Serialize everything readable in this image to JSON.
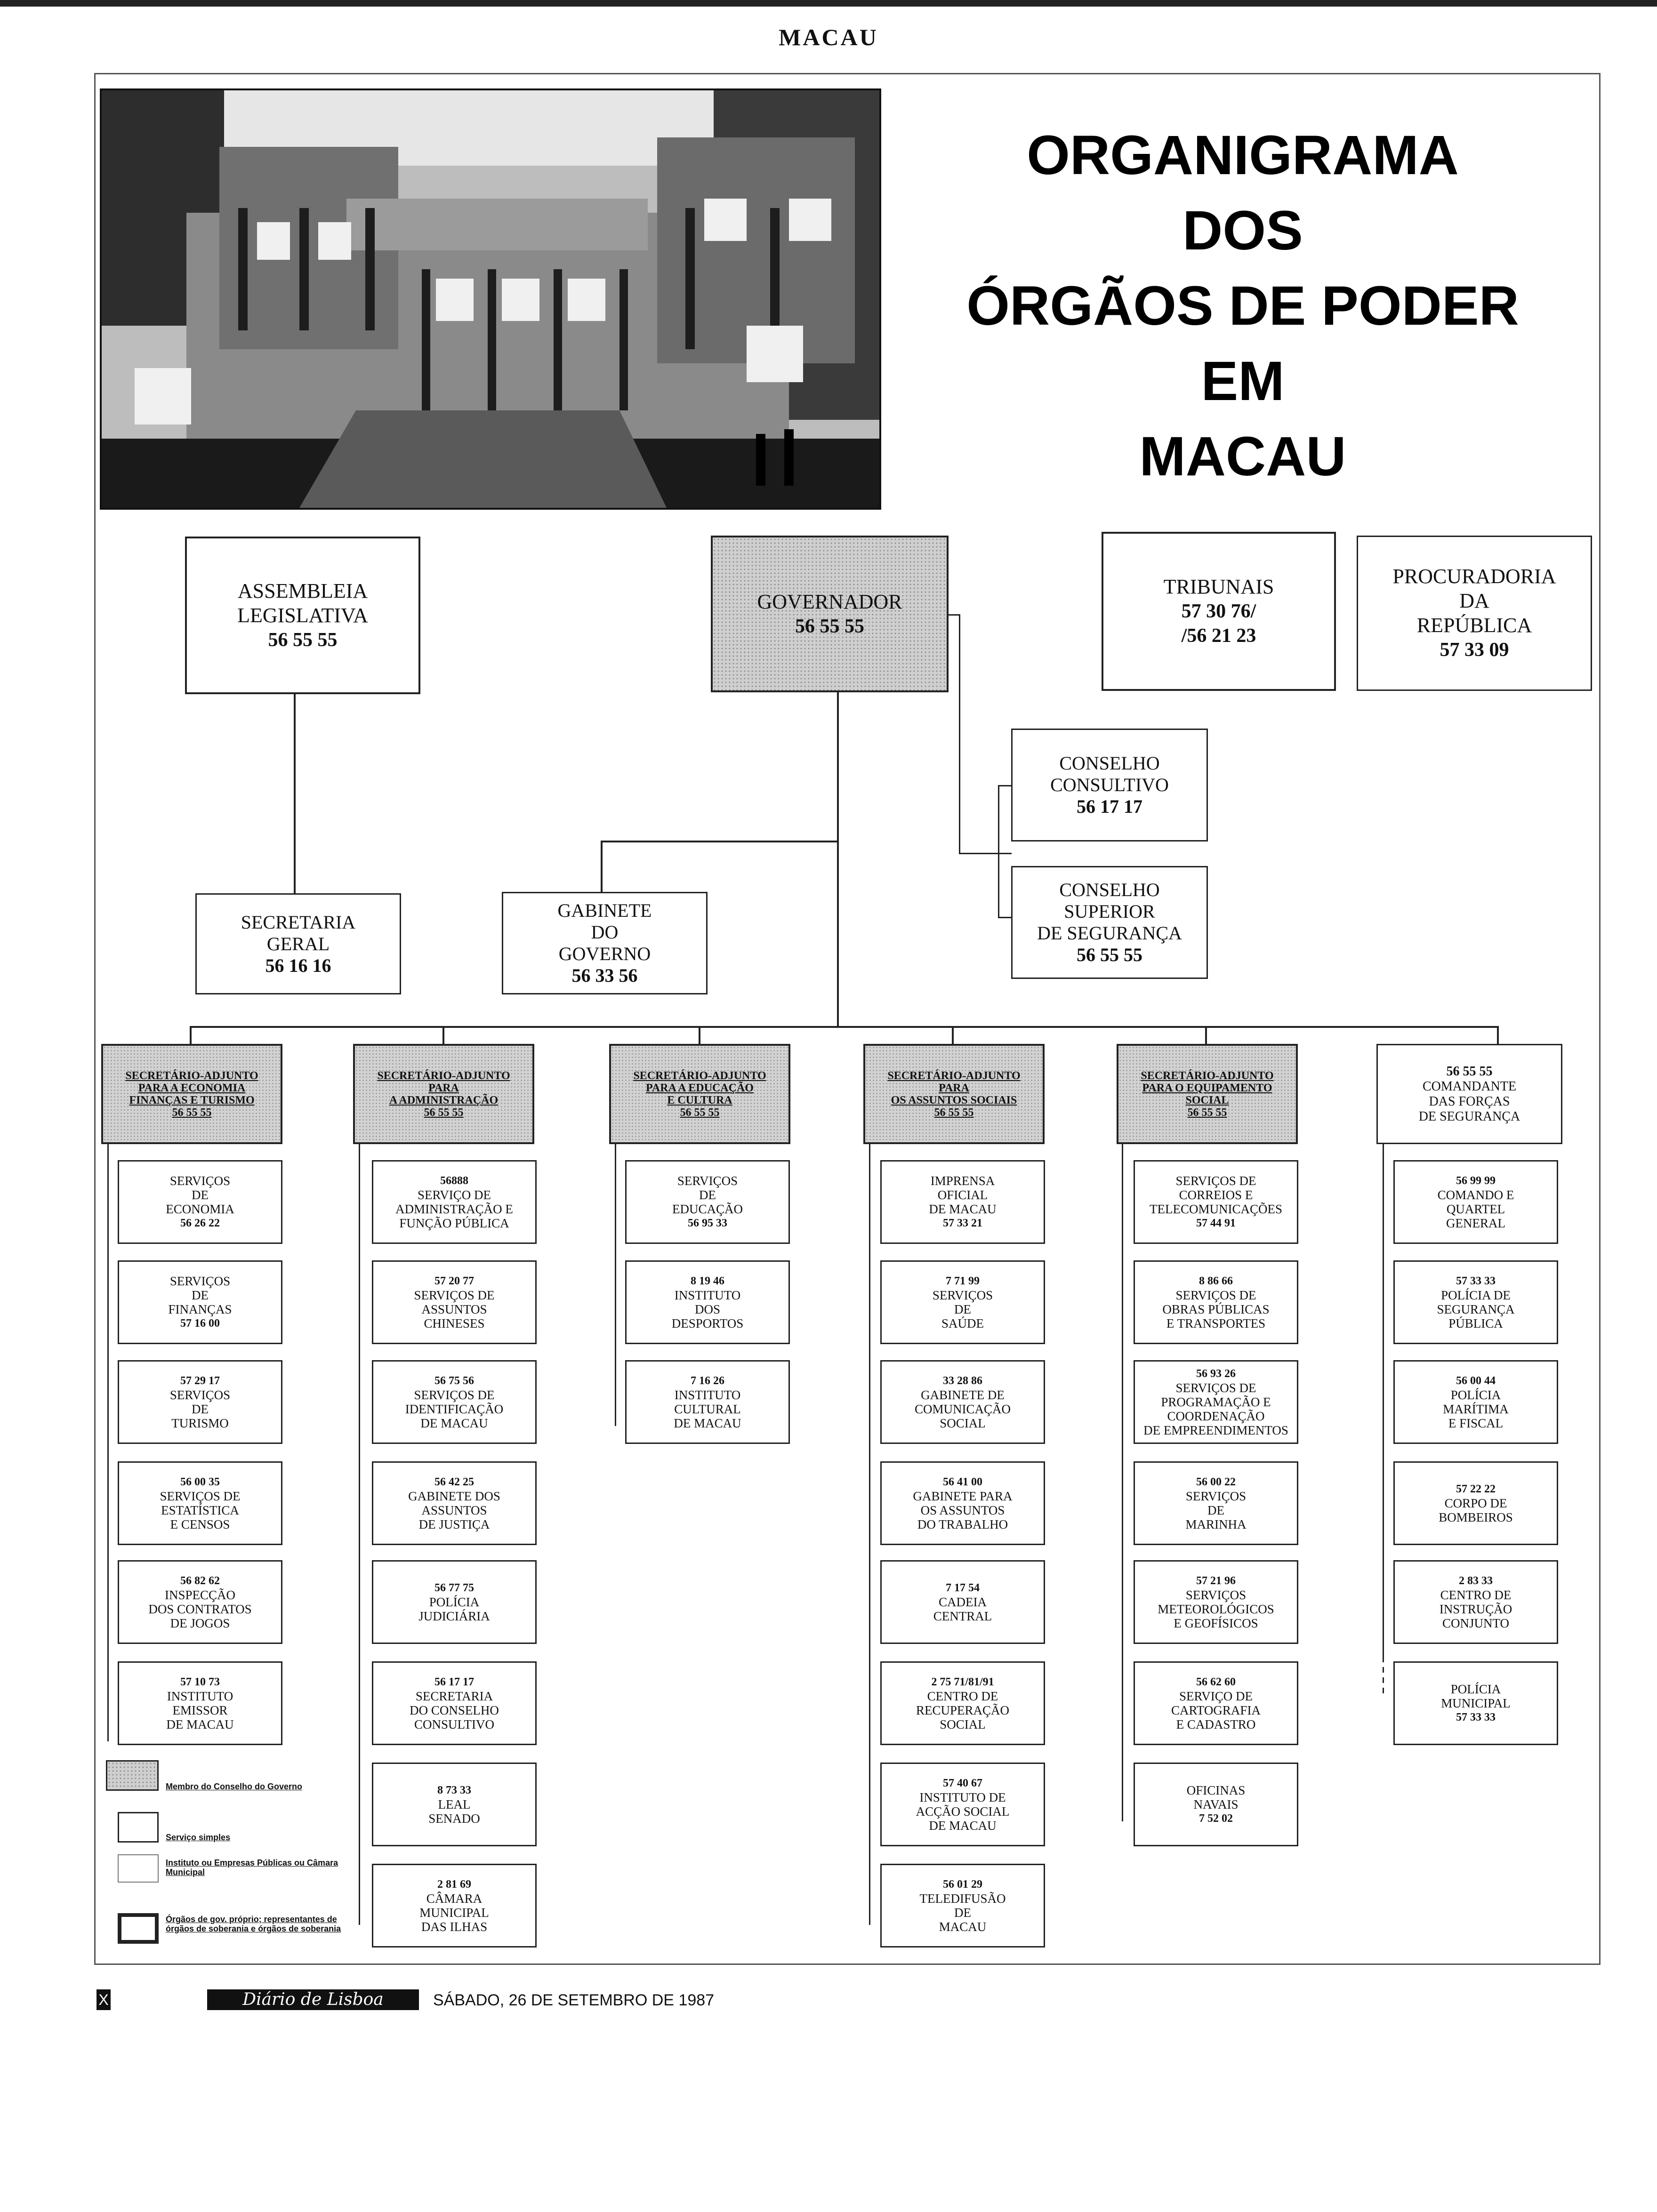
{
  "header": {
    "section": "MACAU"
  },
  "title": {
    "lines": [
      "ORGANIGRAMA",
      "DOS",
      "ÓRGÃOS DE PODER",
      "EM",
      "MACAU"
    ]
  },
  "top": {
    "assembleia": {
      "name1": "ASSEMBLEIA",
      "name2": "LEGISLATIVA",
      "tel": "56 55 55"
    },
    "governador": {
      "name": "GOVERNADOR",
      "tel": "56 55 55"
    },
    "tribunais": {
      "name": "TRIBUNAIS",
      "tel1": "57 30 76/",
      "tel2": "/56 21 23"
    },
    "procuradoria": {
      "name1": "PROCURADORIA",
      "name2": "DA",
      "name3": "REPÚBLICA",
      "tel": "57 33 09"
    }
  },
  "middle": {
    "conselho_consultivo": {
      "name1": "CONSELHO",
      "name2": "CONSULTIVO",
      "tel": "56 17 17"
    },
    "conselho_seguranca": {
      "name1": "CONSELHO",
      "name2": "SUPERIOR",
      "name3": "DE SEGURANÇA",
      "tel": "56 55 55"
    },
    "secretaria_geral": {
      "name1": "SECRETARIA",
      "name2": "GERAL",
      "tel": "56 16 16"
    },
    "gabinete_governo": {
      "name1": "GABINETE",
      "name2": "DO",
      "name3": "GOVERNO",
      "tel": "56 33 56"
    }
  },
  "secretaries": [
    {
      "l1": "SECRETÁRIO-ADJUNTO",
      "l2": "PARA A ECONOMIA",
      "l3": "FINANÇAS E TURISMO",
      "tel": "56 55 55"
    },
    {
      "l1": "SECRETÁRIO-ADJUNTO",
      "l2": "PARA",
      "l3": "A ADMINISTRAÇÃO",
      "tel": "56 55 55"
    },
    {
      "l1": "SECRETÁRIO-ADJUNTO",
      "l2": "PARA A EDUCAÇÃO",
      "l3": "E CULTURA",
      "tel": "56 55 55"
    },
    {
      "l1": "SECRETÁRIO-ADJUNTO",
      "l2": "PARA",
      "l3": "OS ASSUNTOS SOCIAIS",
      "tel": "56 55 55"
    },
    {
      "l1": "SECRETÁRIO-ADJUNTO",
      "l2": "PARA O EQUIPAMENTO",
      "l3": "SOCIAL",
      "tel": "56 55 55"
    },
    {
      "l0": "56 55 55",
      "l1": "COMANDANTE",
      "l2": "DAS FORÇAS",
      "l3": "DE SEGURANÇA"
    }
  ],
  "columns": [
    [
      {
        "lines": [
          "SERVIÇOS",
          "DE",
          "ECONOMIA"
        ],
        "tel": "56 26 22",
        "tel_pos": "bottom"
      },
      {
        "lines": [
          "SERVIÇOS",
          "DE",
          "FINANÇAS"
        ],
        "tel": "57 16 00",
        "tel_pos": "bottom"
      },
      {
        "lines": [
          "SERVIÇOS",
          "DE",
          "TURISMO"
        ],
        "tel": "57 29 17",
        "tel_pos": "top"
      },
      {
        "lines": [
          "SERVIÇOS DE",
          "ESTATÍSTICA",
          "E CENSOS"
        ],
        "tel": "56 00 35",
        "tel_pos": "top"
      },
      {
        "lines": [
          "INSPECÇÃO",
          "DOS CONTRATOS",
          "DE JOGOS"
        ],
        "tel": "56 82 62",
        "tel_pos": "top"
      },
      {
        "lines": [
          "INSTITUTO",
          "EMISSOR",
          "DE MACAU"
        ],
        "tel": "57 10 73",
        "tel_pos": "top"
      }
    ],
    [
      {
        "lines": [
          "SERVIÇO DE",
          "ADMINISTRAÇÃO E",
          "FUNÇÃO PÚBLICA"
        ],
        "tel": "56888",
        "tel_pos": "top"
      },
      {
        "lines": [
          "SERVIÇOS DE",
          "ASSUNTOS",
          "CHINESES"
        ],
        "tel": "57 20 77",
        "tel_pos": "top"
      },
      {
        "lines": [
          "SERVIÇOS DE",
          "IDENTIFICAÇÃO",
          "DE MACAU"
        ],
        "tel": "56 75 56",
        "tel_pos": "top"
      },
      {
        "lines": [
          "GABINETE DOS",
          "ASSUNTOS",
          "DE JUSTIÇA"
        ],
        "tel": "56 42 25",
        "tel_pos": "top"
      },
      {
        "lines": [
          "POLÍCIA",
          "JUDICIÁRIA"
        ],
        "tel": "56 77 75",
        "tel_pos": "top"
      },
      {
        "lines": [
          "SECRETARIA",
          "DO CONSELHO",
          "CONSULTIVO"
        ],
        "tel": "56 17 17",
        "tel_pos": "top"
      },
      {
        "lines": [
          "LEAL",
          "SENADO"
        ],
        "tel": "8 73 33",
        "tel_pos": "top"
      },
      {
        "lines": [
          "CÂMARA",
          "MUNICIPAL",
          "DAS ILHAS"
        ],
        "tel": "2 81 69",
        "tel_pos": "top"
      }
    ],
    [
      {
        "lines": [
          "SERVIÇOS",
          "DE",
          "EDUCAÇÃO"
        ],
        "tel": "56 95 33",
        "tel_pos": "bottom"
      },
      {
        "lines": [
          "INSTITUTO",
          "DOS",
          "DESPORTOS"
        ],
        "tel": "8 19 46",
        "tel_pos": "top"
      },
      {
        "lines": [
          "INSTITUTO",
          "CULTURAL",
          "DE MACAU"
        ],
        "tel": "7 16 26",
        "tel_pos": "top"
      }
    ],
    [
      {
        "lines": [
          "IMPRENSA",
          "OFICIAL",
          "DE MACAU"
        ],
        "tel": "57 33 21",
        "tel_pos": "bottom"
      },
      {
        "lines": [
          "SERVIÇOS",
          "DE",
          "SAÚDE"
        ],
        "tel": "7 71 99",
        "tel_pos": "top"
      },
      {
        "lines": [
          "GABINETE DE",
          "COMUNICAÇÃO",
          "SOCIAL"
        ],
        "tel": "33 28 86",
        "tel_pos": "top"
      },
      {
        "lines": [
          "GABINETE PARA",
          "OS ASSUNTOS",
          "DO TRABALHO"
        ],
        "tel": "56 41 00",
        "tel_pos": "top"
      },
      {
        "lines": [
          "CADEIA",
          "CENTRAL"
        ],
        "tel": "7 17 54",
        "tel_pos": "top"
      },
      {
        "lines": [
          "CENTRO DE",
          "RECUPERAÇÃO",
          "SOCIAL"
        ],
        "tel": "2 75 71/81/91",
        "tel_pos": "top"
      },
      {
        "lines": [
          "INSTITUTO DE",
          "ACÇÃO SOCIAL",
          "DE MACAU"
        ],
        "tel": "57 40 67",
        "tel_pos": "top"
      },
      {
        "lines": [
          "TELEDIFUSÃO",
          "DE",
          "MACAU"
        ],
        "tel": "56 01 29",
        "tel_pos": "top"
      }
    ],
    [
      {
        "lines": [
          "SERVIÇOS DE",
          "CORREIOS E",
          "TELECOMUNICAÇÕES"
        ],
        "tel": "57 44 91",
        "tel_pos": "bottom"
      },
      {
        "lines": [
          "SERVIÇOS DE",
          "OBRAS PÚBLICAS",
          "E TRANSPORTES"
        ],
        "tel": "8 86 66",
        "tel_pos": "top"
      },
      {
        "lines": [
          "SERVIÇOS DE",
          "PROGRAMAÇÃO E",
          "COORDENAÇÃO",
          "DE EMPREENDIMENTOS"
        ],
        "tel": "56 93 26",
        "tel_pos": "top"
      },
      {
        "lines": [
          "SERVIÇOS",
          "DE",
          "MARINHA"
        ],
        "tel": "56 00 22",
        "tel_pos": "top"
      },
      {
        "lines": [
          "SERVIÇOS",
          "METEOROLÓGICOS",
          "E GEOFÍSICOS"
        ],
        "tel": "57 21 96",
        "tel_pos": "top"
      },
      {
        "lines": [
          "SERVIÇO DE",
          "CARTOGRAFIA",
          "E CADASTRO"
        ],
        "tel": "56 62 60",
        "tel_pos": "top"
      },
      {
        "lines": [
          "OFICINAS",
          "NAVAIS"
        ],
        "tel": "7 52 02",
        "tel_pos": "bottom"
      }
    ],
    [
      {
        "lines": [
          "COMANDO E",
          "QUARTEL",
          "GENERAL"
        ],
        "tel": "56 99 99",
        "tel_pos": "top"
      },
      {
        "lines": [
          "POLÍCIA DE",
          "SEGURANÇA",
          "PÚBLICA"
        ],
        "tel": "57 33 33",
        "tel_pos": "top"
      },
      {
        "lines": [
          "POLÍCIA",
          "MARÍTIMA",
          "E FISCAL"
        ],
        "tel": "56 00 44",
        "tel_pos": "top"
      },
      {
        "lines": [
          "CORPO DE",
          "BOMBEIROS"
        ],
        "tel": "57 22 22",
        "tel_pos": "top"
      },
      {
        "lines": [
          "CENTRO DE",
          "INSTRUÇÃO",
          "CONJUNTO"
        ],
        "tel": "2 83 33",
        "tel_pos": "top"
      },
      {
        "lines": [
          "POLÍCIA",
          "MUNICIPAL"
        ],
        "tel": "57 33 33",
        "tel_pos": "bottom"
      }
    ]
  ],
  "legend": [
    "Membro do Conselho do Governo",
    "Serviço simples",
    "Instituto ou Empresas Públicas ou Câmara Municipal",
    "Órgãos de gov. próprio; representantes de órgãos de soberania e órgãos de soberania"
  ],
  "footer": {
    "page": "X",
    "newspaper": "Diário de Lisboa",
    "date": "SÁBADO, 26 DE SETEMBRO DE 1987"
  }
}
